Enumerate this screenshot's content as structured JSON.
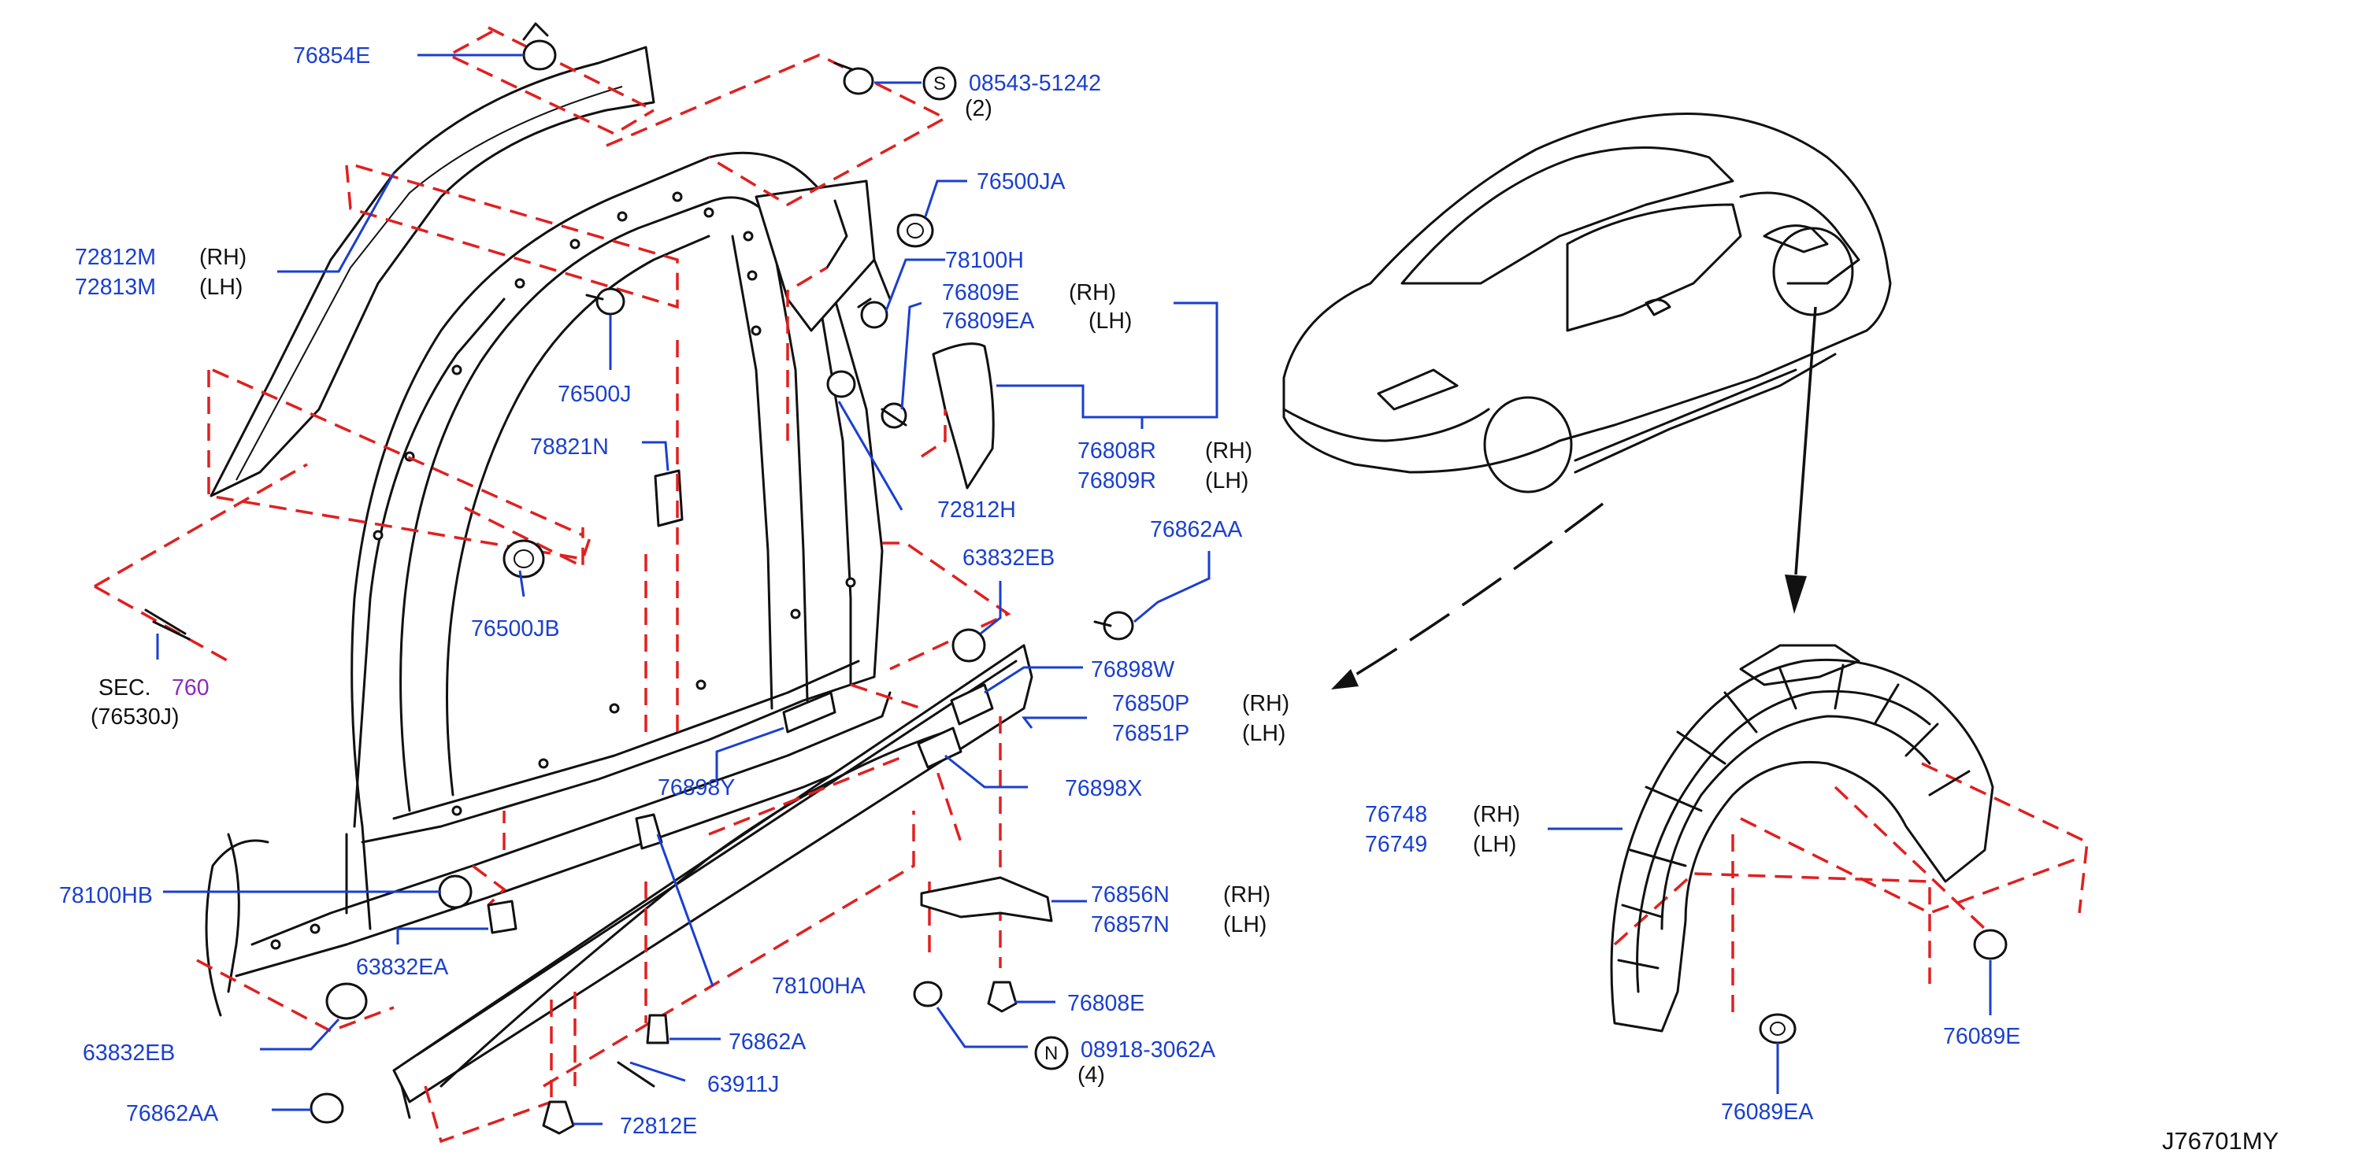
{
  "diagram_id": "J76701MY",
  "labels": {
    "p76854E": "76854E",
    "p08543": "08543-51242",
    "p08543_qty": "(2)",
    "p08543_prefix": "S",
    "p76500JA": "76500JA",
    "p72812M": "72812M",
    "p72813M": "72813M",
    "p78100H": "78100H",
    "p76809E": "76809E",
    "p76809EA": "76809EA",
    "p76500J": "76500J",
    "p78821N": "78821N",
    "p76808R": "76808R",
    "p76809R": "76809R",
    "p72812H": "72812H",
    "p76862AA_top": "76862AA",
    "p76500JB": "76500JB",
    "p63832EB_top": "63832EB",
    "sec": "SEC.",
    "sec_ref": "760",
    "sec_sub": "(76530J)",
    "p76898W": "76898W",
    "p76850P": "76850P",
    "p76851P": "76851P",
    "p76898Y": "76898Y",
    "p76898X": "76898X",
    "p78100HB": "78100HB",
    "p76856N": "76856N",
    "p76857N": "76857N",
    "p63832EA": "63832EA",
    "p78100HA": "78100HA",
    "p76808E": "76808E",
    "p63832EB_bottom": "63832EB",
    "p76862A": "76862A",
    "p08918": "08918-3062A",
    "p08918_qty": "(4)",
    "p08918_prefix": "N",
    "p63911J": "63911J",
    "p76862AA_bottom": "76862AA",
    "p72812E": "72812E",
    "p76748": "76748",
    "p76749": "76749",
    "p76089E": "76089E",
    "p76089EA": "76089EA"
  },
  "sides": {
    "rh": "(RH)",
    "lh": "(LH)"
  },
  "colors": {
    "part_number": "#1a3fd0",
    "section_ref": "#8a2bbf",
    "dashed_guide": "#e02020",
    "line_art": "#111111"
  }
}
